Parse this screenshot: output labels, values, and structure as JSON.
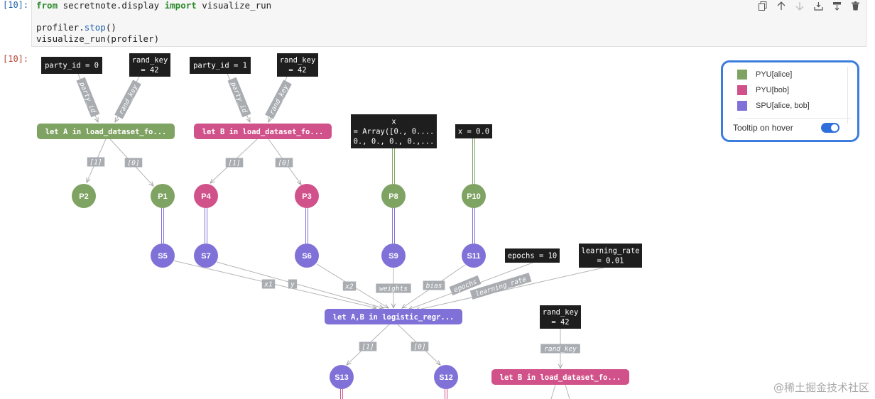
{
  "cell": {
    "in_prompt": "[10]:",
    "out_prompt": "[10]:",
    "code_line1_kw1": "from",
    "code_line1_mid": " secretnote.display ",
    "code_line1_kw2": "import",
    "code_line1_end": " visualize_run",
    "code_line3_a": "profiler.",
    "code_line3_fn": "stop",
    "code_line3_b": "()",
    "code_line4": "visualize_run(profiler)"
  },
  "toolbar": [
    "copy-icon",
    "move-up-icon",
    "move-down-icon",
    "insert-below-icon",
    "insert-above-icon",
    "delete-icon"
  ],
  "legend": {
    "items": [
      {
        "label": "PYU[alice]",
        "color": "#7fa363"
      },
      {
        "label": "PYU[bob]",
        "color": "#d1528a"
      },
      {
        "label": "SPU[alice, bob]",
        "color": "#8071d8"
      }
    ],
    "tooltip_label": "Tooltip on hover",
    "tooltip_on": true
  },
  "colors": {
    "alice": "#7fa363",
    "bob": "#d1528a",
    "spu": "#8071d8",
    "dark": "#1e1e1e",
    "edge": "#b5b5b5",
    "edge_label_bg": "#a9acb1"
  },
  "graph": {
    "value_boxes": [
      {
        "id": "v_party0",
        "lines": [
          "party_id = 0"
        ]
      },
      {
        "id": "v_rand1",
        "lines": [
          "rand_key",
          "= 42"
        ]
      },
      {
        "id": "v_party1",
        "lines": [
          "party_id = 1"
        ]
      },
      {
        "id": "v_rand2",
        "lines": [
          "rand_key",
          "= 42"
        ]
      },
      {
        "id": "v_x",
        "lines": [
          "x",
          "= Array([0., 0....",
          "0., 0., 0., 0.,..."
        ]
      },
      {
        "id": "v_x0",
        "lines": [
          "x = 0.0"
        ]
      },
      {
        "id": "v_epochs",
        "lines": [
          "epochs = 10"
        ]
      },
      {
        "id": "v_lr",
        "lines": [
          "learning_rate",
          "= 0.01"
        ]
      },
      {
        "id": "v_rand3",
        "lines": [
          "rand_key",
          "= 42"
        ]
      }
    ],
    "func_nodes": [
      {
        "id": "f_A",
        "label": "let A in load_dataset_fo...",
        "party": "alice"
      },
      {
        "id": "f_B",
        "label": "let B in load_dataset_fo...",
        "party": "bob"
      },
      {
        "id": "f_LR",
        "label": "let A,B in logistic_regr...",
        "party": "spu"
      },
      {
        "id": "f_B2",
        "label": "let B in load_dataset_fo...",
        "party": "bob"
      }
    ],
    "obj_nodes": [
      {
        "id": "P2",
        "label": "P2",
        "party": "alice"
      },
      {
        "id": "P1",
        "label": "P1",
        "party": "alice"
      },
      {
        "id": "P4",
        "label": "P4",
        "party": "bob"
      },
      {
        "id": "P3",
        "label": "P3",
        "party": "bob"
      },
      {
        "id": "P8",
        "label": "P8",
        "party": "alice"
      },
      {
        "id": "P10",
        "label": "P10",
        "party": "alice"
      },
      {
        "id": "S5",
        "label": "S5",
        "party": "spu"
      },
      {
        "id": "S7",
        "label": "S7",
        "party": "spu"
      },
      {
        "id": "S6",
        "label": "S6",
        "party": "spu"
      },
      {
        "id": "S9",
        "label": "S9",
        "party": "spu"
      },
      {
        "id": "S11",
        "label": "S11",
        "party": "spu"
      },
      {
        "id": "S13",
        "label": "S13",
        "party": "spu"
      },
      {
        "id": "S12",
        "label": "S12",
        "party": "spu"
      }
    ],
    "edge_labels": [
      {
        "id": "e_party_id_1",
        "text": "party_id"
      },
      {
        "id": "e_rand_key_1",
        "text": "rand_key"
      },
      {
        "id": "e_party_id_2",
        "text": "party_id"
      },
      {
        "id": "e_rand_key_2",
        "text": "rand_key"
      },
      {
        "id": "e_A1",
        "text": "[1]"
      },
      {
        "id": "e_A0",
        "text": "[0]"
      },
      {
        "id": "e_B1",
        "text": "[1]"
      },
      {
        "id": "e_B0",
        "text": "[0]"
      },
      {
        "id": "e_x1",
        "text": "x1"
      },
      {
        "id": "e_y",
        "text": "y"
      },
      {
        "id": "e_x2",
        "text": "x2"
      },
      {
        "id": "e_weights",
        "text": "weights"
      },
      {
        "id": "e_bias",
        "text": "bias"
      },
      {
        "id": "e_epochs",
        "text": "epochs"
      },
      {
        "id": "e_lr",
        "text": "learning_rate"
      },
      {
        "id": "e_LR1",
        "text": "[1]"
      },
      {
        "id": "e_LR0",
        "text": "[0]"
      },
      {
        "id": "e_rand_key_3",
        "text": "rand_key"
      }
    ]
  },
  "watermark": "@稀土掘金技术社区"
}
